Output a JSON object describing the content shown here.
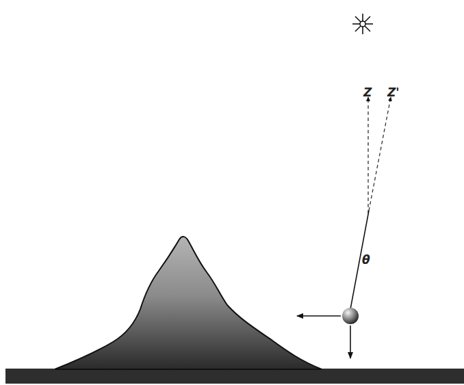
{
  "diagram": {
    "labels": [
      "Z",
      "Z'",
      "θ"
    ]
  }
}
